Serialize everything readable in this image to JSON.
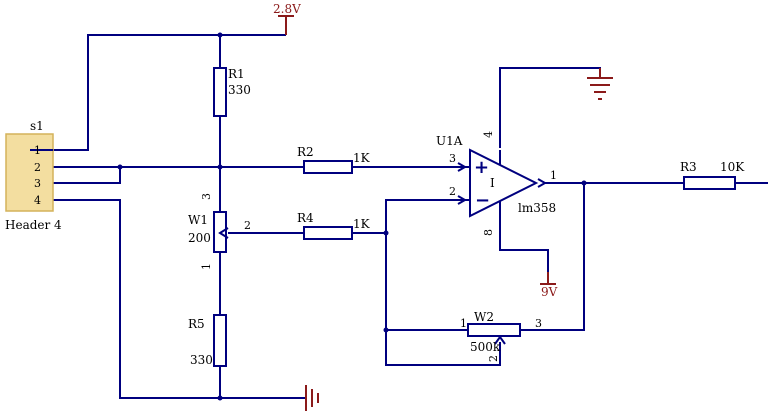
{
  "header": {
    "ref": "s1",
    "name": "Header 4",
    "pins": [
      "1",
      "2",
      "3",
      "4"
    ]
  },
  "power": {
    "supply_top": "2.8V",
    "supply_opamp": "9V"
  },
  "resistors": {
    "r1": {
      "ref": "R1",
      "value": "330"
    },
    "r2": {
      "ref": "R2",
      "value": "1K"
    },
    "r3": {
      "ref": "R3",
      "value": "10K"
    },
    "r4": {
      "ref": "R4",
      "value": "1K"
    },
    "r5": {
      "ref": "R5",
      "value": "330"
    }
  },
  "pots": {
    "w1": {
      "ref": "W1",
      "value": "200",
      "pin_top": "3",
      "pin_wiper": "2",
      "pin_bottom": "1"
    },
    "w2": {
      "ref": "W2",
      "value": "500k",
      "pin_left": "1",
      "pin_right": "3",
      "pin_wiper": "2"
    }
  },
  "opamp": {
    "ref": "U1A",
    "part": "lm358",
    "unit": "I",
    "plus": "+",
    "minus": "−",
    "pin_plus": "3",
    "pin_minus": "2",
    "pin_out": "1",
    "pin_vcc": "4",
    "pin_gnd": "8"
  },
  "colors": {
    "wire": "#00007f",
    "power_symbol": "#8b1a1a",
    "component_fill": "#f3dea0"
  }
}
